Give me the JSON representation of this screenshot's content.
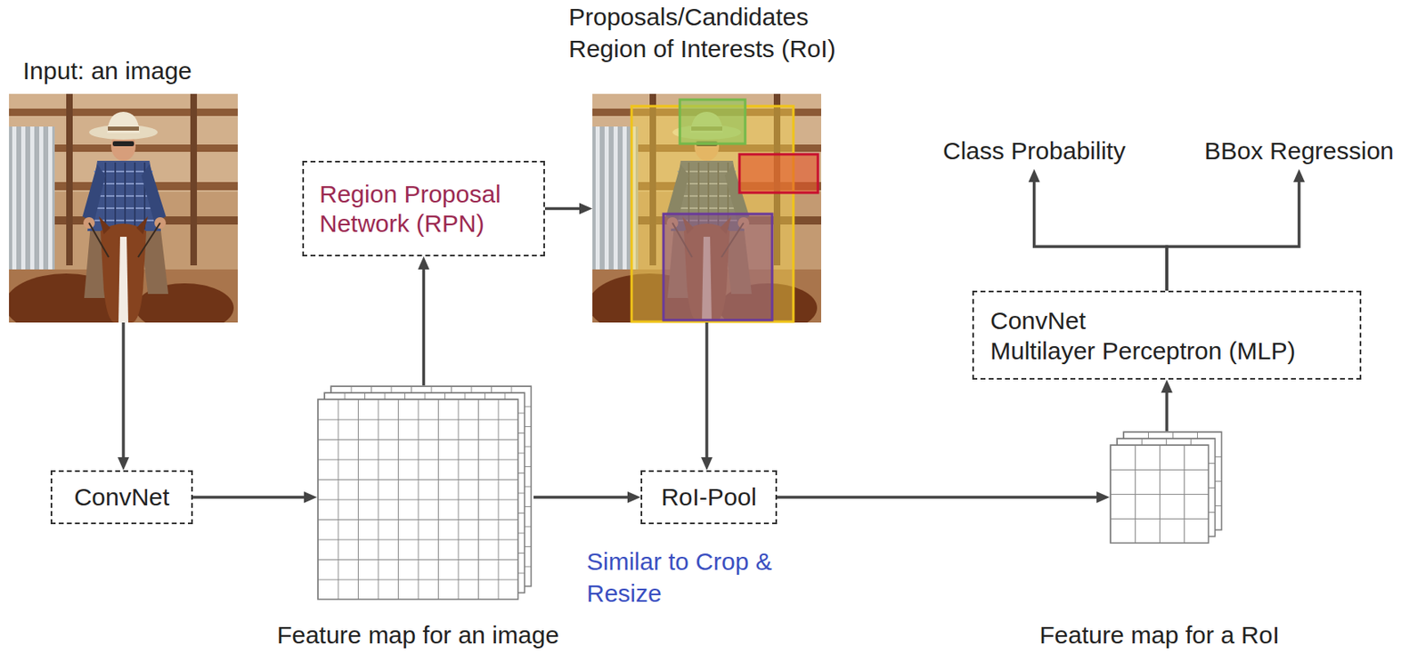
{
  "diagram": {
    "nodes": [
      {
        "text": [
          "Input: an image"
        ]
      },
      {
        "text": [
          "ConvNet"
        ]
      },
      {
        "text": [
          "Feature map for an image"
        ]
      },
      {
        "text": [
          "Region Proposal Network (RPN)"
        ]
      },
      {
        "text": [
          "Proposals/Candidates Region of Interests (RoI)"
        ]
      },
      {
        "text": [
          "RoI-Pool"
        ]
      },
      {
        "text": [
          "Feature map for a RoI"
        ]
      },
      {
        "text": [
          "ConvNet",
          "Multilayer Perceptron (MLP)"
        ]
      },
      {
        "text": [
          "Class Probability"
        ]
      },
      {
        "text": [
          "BBox Regression"
        ]
      }
    ],
    "edges": [
      {
        "from": 0,
        "to": 1,
        "arrow": "to"
      },
      {
        "from": 1,
        "to": 2,
        "arrow": "to"
      },
      {
        "from": 2,
        "to": 3,
        "arrow": "to"
      },
      {
        "from": 3,
        "to": 4,
        "arrow": "to"
      },
      {
        "from": 4,
        "to": 5,
        "arrow": "to"
      },
      {
        "from": 2,
        "to": 5,
        "arrow": "to"
      },
      {
        "from": 5,
        "to": 6,
        "arrow": "to"
      },
      {
        "from": 6,
        "to": 7,
        "arrow": "to"
      },
      {
        "from": 7,
        "to": 8,
        "arrow": "to"
      },
      {
        "from": 7,
        "to": 9,
        "arrow": "to"
      }
    ],
    "labels": [
      "Similar to Crop & Resize"
    ]
  }
}
